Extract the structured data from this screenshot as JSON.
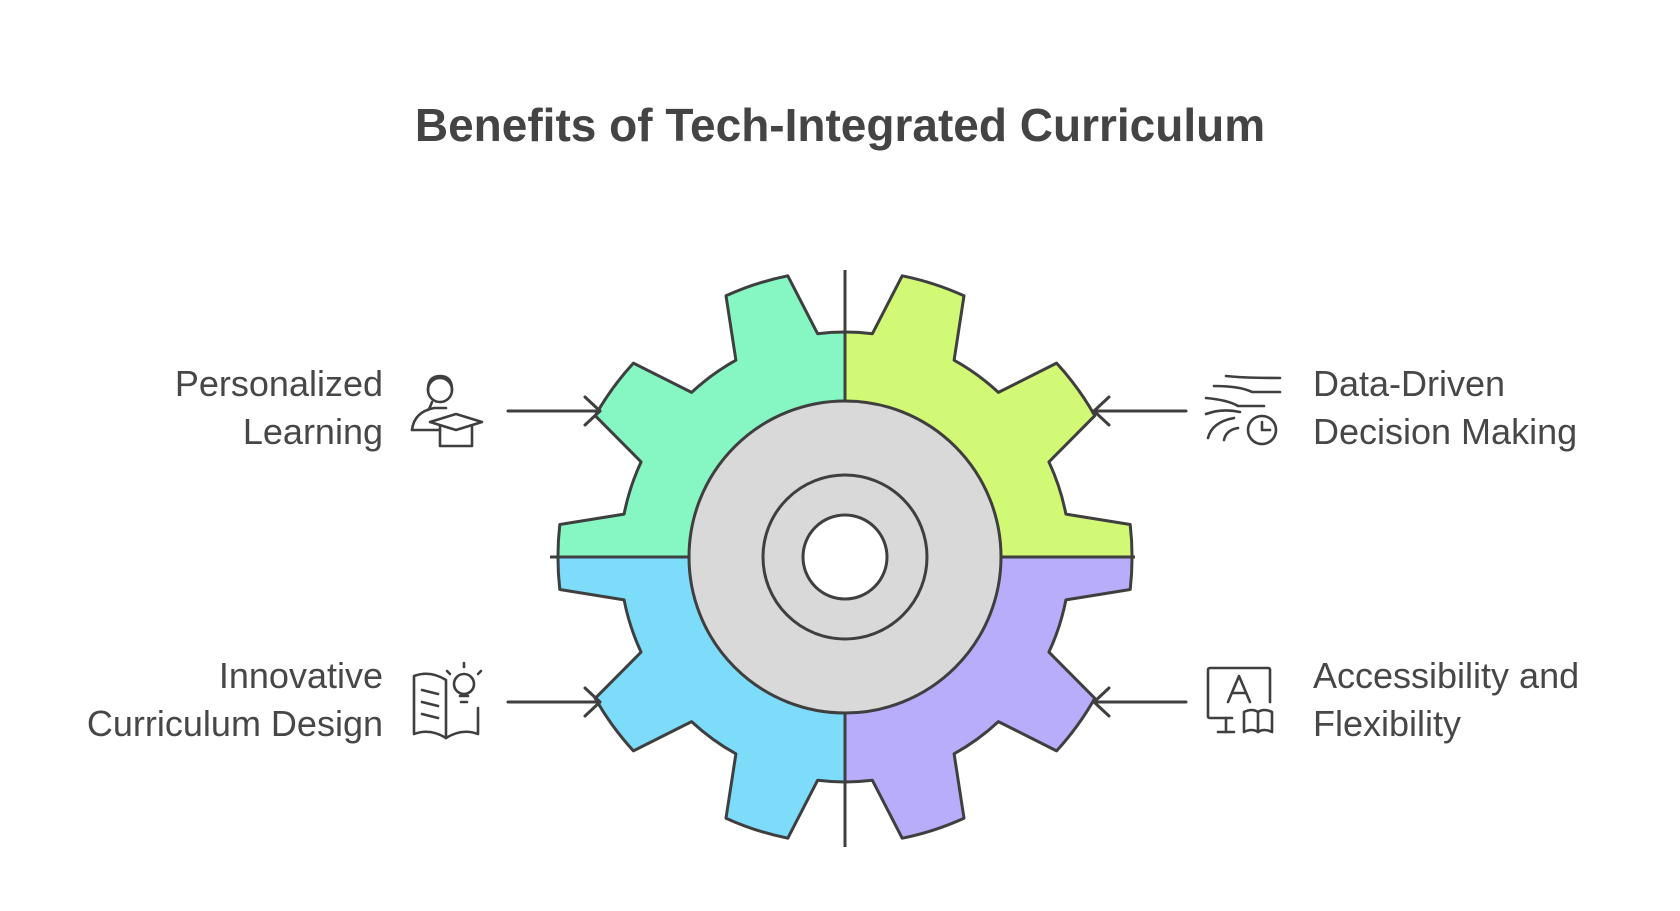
{
  "title": "Benefits of Tech-Integrated Curriculum",
  "items": [
    {
      "lines": [
        "Personalized",
        "Learning"
      ],
      "icon": "student-graduation-icon",
      "color": "#86f7c3",
      "quadrant": "top-left"
    },
    {
      "lines": [
        "Data-Driven",
        "Decision Making"
      ],
      "icon": "data-wind-clock-icon",
      "color": "#d2f976",
      "quadrant": "top-right"
    },
    {
      "lines": [
        "Innovative",
        "Curriculum Design"
      ],
      "icon": "book-lightbulb-icon",
      "color": "#7edcfb",
      "quadrant": "bottom-left"
    },
    {
      "lines": [
        "Accessibility and",
        "Flexibility"
      ],
      "icon": "monitor-letter-book-icon",
      "color": "#b8adfb",
      "quadrant": "bottom-right"
    }
  ],
  "colors": {
    "hub": "#d9d9d9",
    "outline": "#3f3f3f",
    "text": "#474747"
  }
}
